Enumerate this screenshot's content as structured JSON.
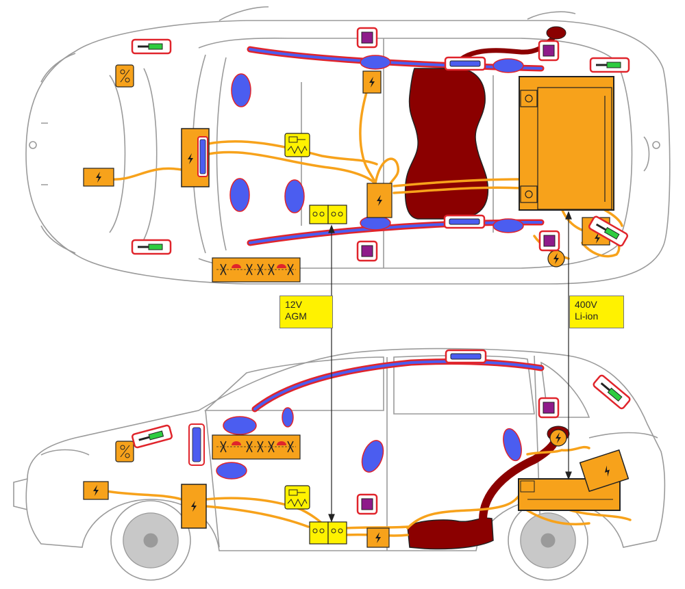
{
  "labels": {
    "battery_12v": {
      "line1": "12V",
      "line2": "AGM"
    },
    "battery_hv": {
      "line1": "400V",
      "line2": "Li-ion"
    }
  },
  "colors": {
    "body_outline": "#9a9a9a",
    "hv_component": "#f7a21b",
    "hv_cable": "#f7a21b",
    "fuel_tank": "#8b0000",
    "airbag": "#4b5df0",
    "curtain_airbag_outline": "#e0242b",
    "seatbelt_tensioner": "#2ecc40",
    "control_unit": "#8e1b8a",
    "battery_12v": "#fff200",
    "label_background": "#fff200"
  },
  "legend_icons": [
    "high-voltage-icon",
    "airbag-icon",
    "gas-inflator-icon",
    "seatbelt-pretensioner-icon",
    "control-unit-icon",
    "battery-12v-icon",
    "fuel-tank-icon"
  ]
}
